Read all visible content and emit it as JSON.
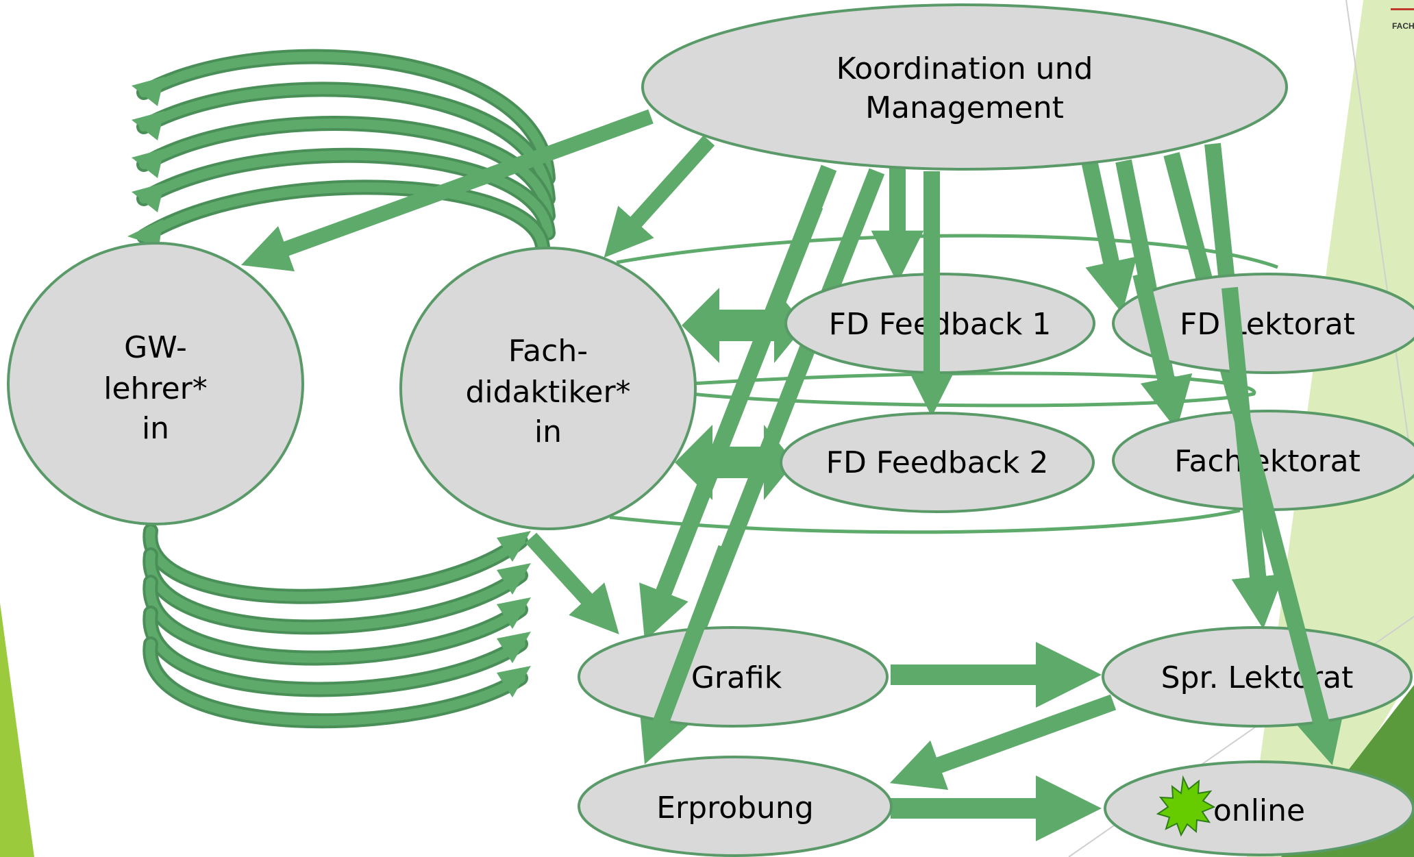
{
  "diagram": {
    "nodes": {
      "koordination": {
        "line1": "Koordination und",
        "line2": "Management"
      },
      "gw_lehrer": {
        "line1": "GW-",
        "line2": "lehrer*",
        "line3": "in"
      },
      "fachdidaktiker": {
        "line1": "Fach-",
        "line2": "didaktiker*",
        "line3": "in"
      },
      "fd_feedback_1": {
        "label": "FD Feedback 1"
      },
      "fd_lektorat": {
        "label": "FD Lektorat"
      },
      "fd_feedback_2": {
        "label": "FD Feedback 2"
      },
      "fachlektorat": {
        "label": "Fachlektorat"
      },
      "grafik": {
        "label": "Grafik"
      },
      "spr_lektorat": {
        "label": "Spr. Lektorat"
      },
      "erprobung": {
        "label": "Erprobung"
      },
      "online": {
        "label": "online"
      }
    },
    "logo": {
      "text": "FACH"
    }
  },
  "colors": {
    "arrow": "#5daa6b",
    "arrow_dark": "#4a8f58",
    "node_fill": "#d9d9d9",
    "node_stroke": "#5a9a68",
    "lime": "#9bcb3c",
    "burst": "#66cc00",
    "logo_red": "#c0392b"
  }
}
